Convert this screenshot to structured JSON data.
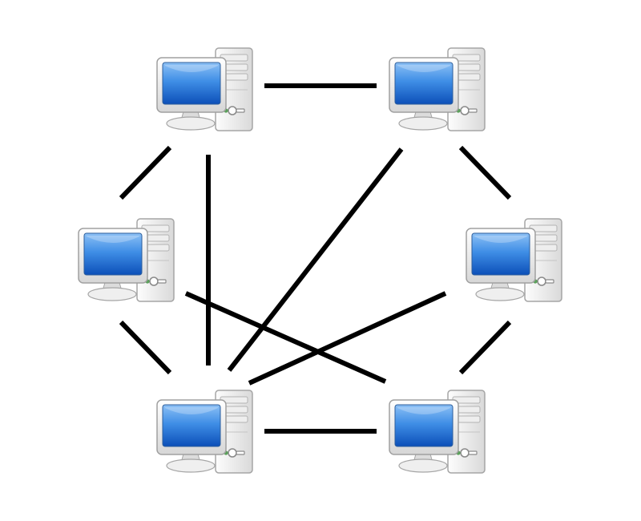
{
  "diagram": {
    "type": "network-topology",
    "node_icon": "desktop-computer-icon",
    "colors": {
      "background": "#ffffff",
      "link": "#000000",
      "screen": "#1a63c9",
      "screen_highlight": "#7fb6f2",
      "case": "#f1f1f1",
      "case_edge": "#a8a8a8"
    },
    "nodes": [
      {
        "id": "top-left"
      },
      {
        "id": "top-right"
      },
      {
        "id": "middle-left"
      },
      {
        "id": "middle-right"
      },
      {
        "id": "bottom-left"
      },
      {
        "id": "bottom-right"
      }
    ],
    "links": [
      {
        "from": "top-left",
        "to": "top-right"
      },
      {
        "from": "top-left",
        "to": "middle-left"
      },
      {
        "from": "top-left",
        "to": "bottom-left"
      },
      {
        "from": "top-right",
        "to": "middle-right"
      },
      {
        "from": "top-right",
        "to": "bottom-left"
      },
      {
        "from": "middle-left",
        "to": "bottom-left"
      },
      {
        "from": "middle-left",
        "to": "bottom-right"
      },
      {
        "from": "middle-right",
        "to": "bottom-left"
      },
      {
        "from": "middle-right",
        "to": "bottom-right"
      },
      {
        "from": "bottom-left",
        "to": "bottom-right"
      }
    ]
  }
}
